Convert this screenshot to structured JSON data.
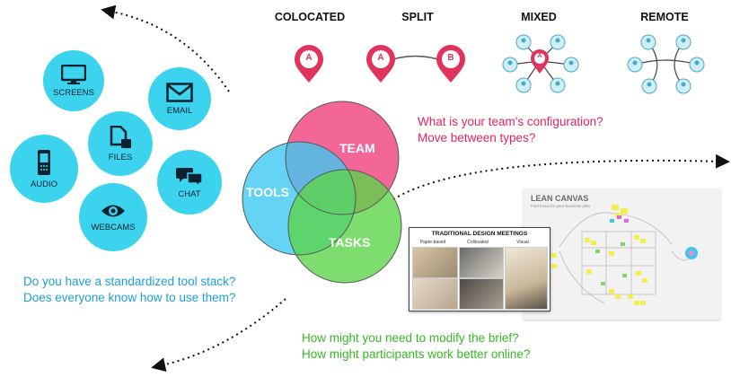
{
  "configurations": {
    "colocated": "COLOCATED",
    "split": "SPLIT",
    "mixed": "MIXED",
    "remote": "REMOTE",
    "pin_a": "A",
    "pin_b": "B"
  },
  "team_questions": {
    "line1": "What is your team's configuration?",
    "line2": "Move between types?"
  },
  "tools": {
    "screens": "SCREENS",
    "email": "EMAIL",
    "files": "FILES",
    "audio": "AUDIO",
    "chat": "CHAT",
    "webcams": "WEBCAMS"
  },
  "tool_questions": {
    "line1": "Do you have a standardized tool stack?",
    "line2": "Does everyone know how to use them?"
  },
  "venn": {
    "team": "TEAM",
    "tools": "TOOLS",
    "tasks": "TASKS"
  },
  "task_questions": {
    "line1": "How might you need to modify the brief?",
    "line2": "How might participants work better online?"
  },
  "meetings_card": {
    "title": "TRADITIONAL DESIGN MEETINGS",
    "col1": "Paper-based",
    "col2": "Collocated",
    "col3": "Visual"
  },
  "lean_canvas": {
    "title": "LEAN CANVAS",
    "subtitle": "Find focus for your business plan"
  },
  "colors": {
    "team": "#f0407e",
    "tools": "#3fc9f1",
    "tasks": "#5dd44a",
    "pin": "#e0345f"
  }
}
